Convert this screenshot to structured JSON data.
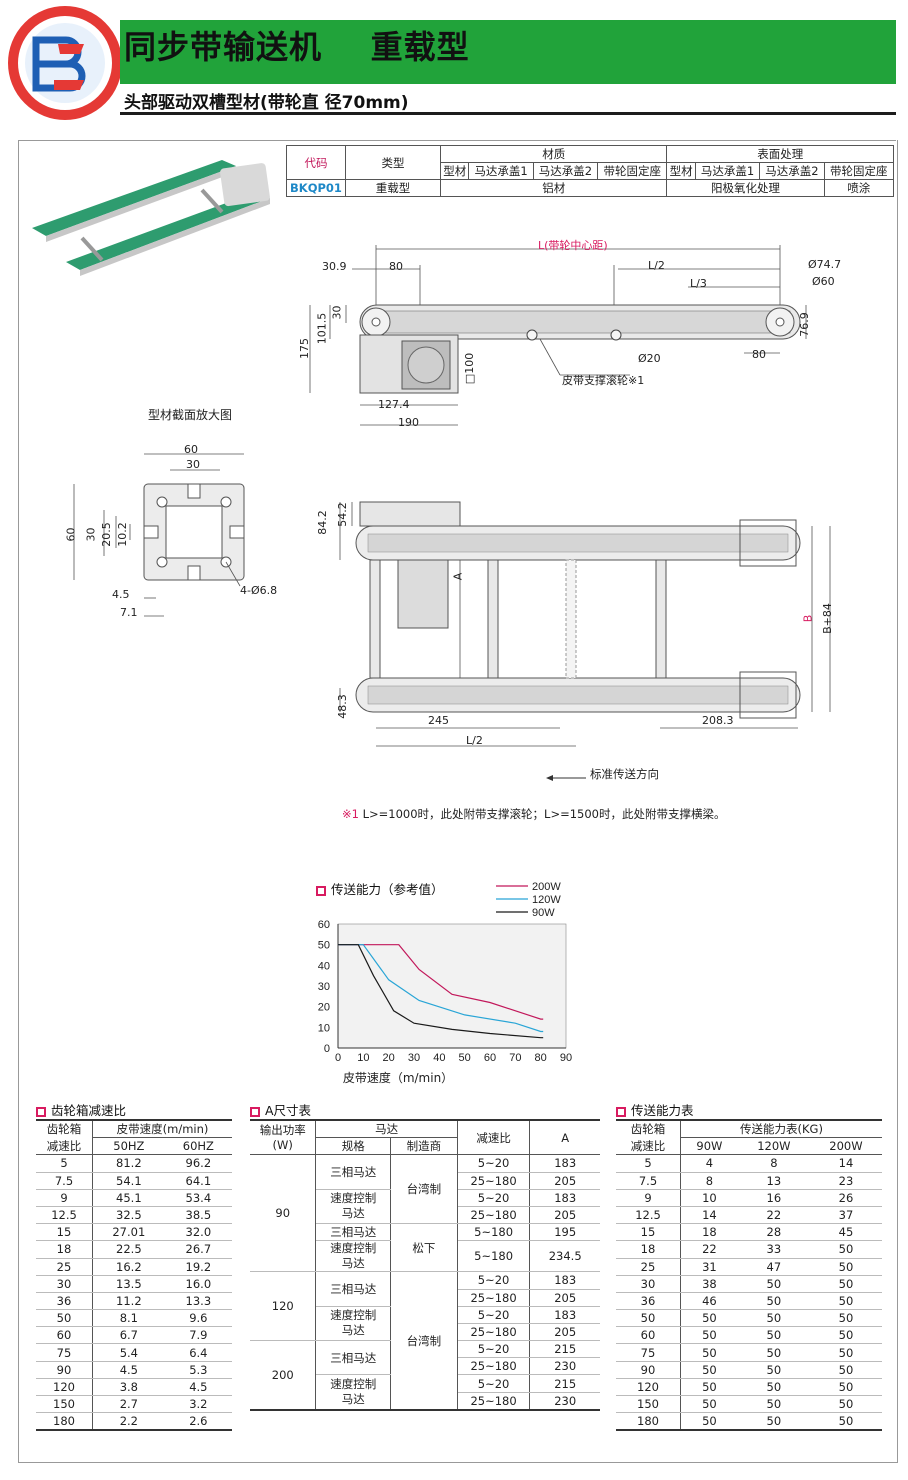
{
  "header": {
    "logo_text": "BS",
    "title": "同步带输送机    重载型",
    "subtitle": "头部驱动双槽型材(带轮直 径70mm)"
  },
  "spec_table": {
    "headers": {
      "code": "代码",
      "type": "类型",
      "material": "材质",
      "surface": "表面处理",
      "sub": [
        "型材",
        "马达承盖1",
        "马达承盖2",
        "带轮固定座",
        "型材",
        "马达承盖1",
        "马达承盖2",
        "带轮固定座"
      ]
    },
    "row": {
      "code": "BKQP01",
      "type": "重载型",
      "material": "铝材",
      "surface": "阳极氧化处理",
      "paint": "喷涂"
    }
  },
  "drawing_side": {
    "L_label": "L(带轮中心距)",
    "dims": [
      "30.9",
      "80",
      "L/2",
      "L/3",
      "Ø74.7",
      "Ø60",
      "30",
      "101.5",
      "175",
      "□100",
      "Ø20",
      "80",
      "76.9",
      "127.4",
      "190"
    ],
    "roller_label": "皮带支撑滚轮※1"
  },
  "profile": {
    "title": "型材截面放大图",
    "dims": [
      "60",
      "30",
      "60",
      "30",
      "20.5",
      "10.2",
      "4.5",
      "7.1",
      "4-Ø6.8"
    ]
  },
  "drawing_top": {
    "dims": [
      "84.2",
      "54.2",
      "A",
      "B",
      "B+84",
      "48.3",
      "245",
      "208.3",
      "L/2"
    ],
    "direction": "标准传送方向"
  },
  "note": {
    "mark": "※1",
    "text": "L>=1000时，此处附带支撑滚轮；L>=1500时，此处附带支撑横梁。"
  },
  "chart_data": {
    "type": "line",
    "title": "传送能力（参考值）",
    "xlabel": "皮带速度（m/min）",
    "ylabel": "",
    "xlim": [
      0,
      90
    ],
    "ylim": [
      0,
      60
    ],
    "xticks": [
      "0",
      "10",
      "20",
      "30",
      "40",
      "50",
      "60",
      "70",
      "80",
      "90"
    ],
    "yticks": [
      "0",
      "10",
      "20",
      "30",
      "40",
      "50",
      "60"
    ],
    "grid": false,
    "legend_position": "top-right",
    "series": [
      {
        "name": "200W",
        "color": "#c2185b",
        "points": [
          [
            0,
            50
          ],
          [
            24,
            50
          ],
          [
            32,
            38
          ],
          [
            45,
            26
          ],
          [
            60,
            22
          ],
          [
            80,
            14
          ],
          [
            81,
            14
          ]
        ]
      },
      {
        "name": "120W",
        "color": "#29a5d6",
        "points": [
          [
            0,
            50
          ],
          [
            10,
            50
          ],
          [
            20,
            33
          ],
          [
            32,
            23
          ],
          [
            50,
            16
          ],
          [
            70,
            12
          ],
          [
            80,
            8
          ],
          [
            81,
            8
          ]
        ]
      },
      {
        "name": "90W",
        "color": "#1a1a1a",
        "points": [
          [
            0,
            50
          ],
          [
            8,
            50
          ],
          [
            14,
            35
          ],
          [
            22,
            18
          ],
          [
            30,
            12
          ],
          [
            45,
            9
          ],
          [
            60,
            7
          ],
          [
            80,
            5
          ],
          [
            81,
            5
          ]
        ]
      }
    ]
  },
  "gear_table": {
    "title": "齿轮箱减速比",
    "headers": [
      "齿轮箱",
      "减速比",
      "皮带速度(m/min)",
      "50HZ",
      "60HZ"
    ],
    "rows": [
      [
        "5",
        "81.2",
        "96.2"
      ],
      [
        "7.5",
        "54.1",
        "64.1"
      ],
      [
        "9",
        "45.1",
        "53.4"
      ],
      [
        "12.5",
        "32.5",
        "38.5"
      ],
      [
        "15",
        "27.01",
        "32.0"
      ],
      [
        "18",
        "22.5",
        "26.7"
      ],
      [
        "25",
        "16.2",
        "19.2"
      ],
      [
        "30",
        "13.5",
        "16.0"
      ],
      [
        "36",
        "11.2",
        "13.3"
      ],
      [
        "50",
        "8.1",
        "9.6"
      ],
      [
        "60",
        "6.7",
        "7.9"
      ],
      [
        "75",
        "5.4",
        "6.4"
      ],
      [
        "90",
        "4.5",
        "5.3"
      ],
      [
        "120",
        "3.8",
        "4.5"
      ],
      [
        "150",
        "2.7",
        "3.2"
      ],
      [
        "180",
        "2.2",
        "2.6"
      ]
    ]
  },
  "a_table": {
    "title": "A尺寸表",
    "headers": {
      "power": "输出功率",
      "power_unit": "(W)",
      "motor": "马达",
      "spec": "规格",
      "maker": "制造商",
      "ratio": "减速比",
      "a": "A"
    },
    "cells": {
      "p90": "90",
      "p120": "120",
      "p200": "200",
      "three_phase": "三相马达",
      "speed_ctrl": "速度控制\n马达",
      "taiwan": "台湾制",
      "panasonic": "松下",
      "r1": "5~20",
      "r2": "25~180",
      "r3": "5~180",
      "a183": "183",
      "a205": "205",
      "a195": "195",
      "a234": "234.5",
      "a215": "215",
      "a230": "230"
    }
  },
  "capacity_table": {
    "title": "传送能力表",
    "headers": [
      "齿轮箱",
      "减速比",
      "传送能力表(KG)",
      "90W",
      "120W",
      "200W"
    ],
    "rows": [
      [
        "5",
        "4",
        "8",
        "14"
      ],
      [
        "7.5",
        "8",
        "13",
        "23"
      ],
      [
        "9",
        "10",
        "16",
        "26"
      ],
      [
        "12.5",
        "14",
        "22",
        "37"
      ],
      [
        "15",
        "18",
        "28",
        "45"
      ],
      [
        "18",
        "22",
        "33",
        "50"
      ],
      [
        "25",
        "31",
        "47",
        "50"
      ],
      [
        "30",
        "38",
        "50",
        "50"
      ],
      [
        "36",
        "46",
        "50",
        "50"
      ],
      [
        "50",
        "50",
        "50",
        "50"
      ],
      [
        "60",
        "50",
        "50",
        "50"
      ],
      [
        "75",
        "50",
        "50",
        "50"
      ],
      [
        "90",
        "50",
        "50",
        "50"
      ],
      [
        "120",
        "50",
        "50",
        "50"
      ],
      [
        "150",
        "50",
        "50",
        "50"
      ],
      [
        "180",
        "50",
        "50",
        "50"
      ]
    ]
  }
}
